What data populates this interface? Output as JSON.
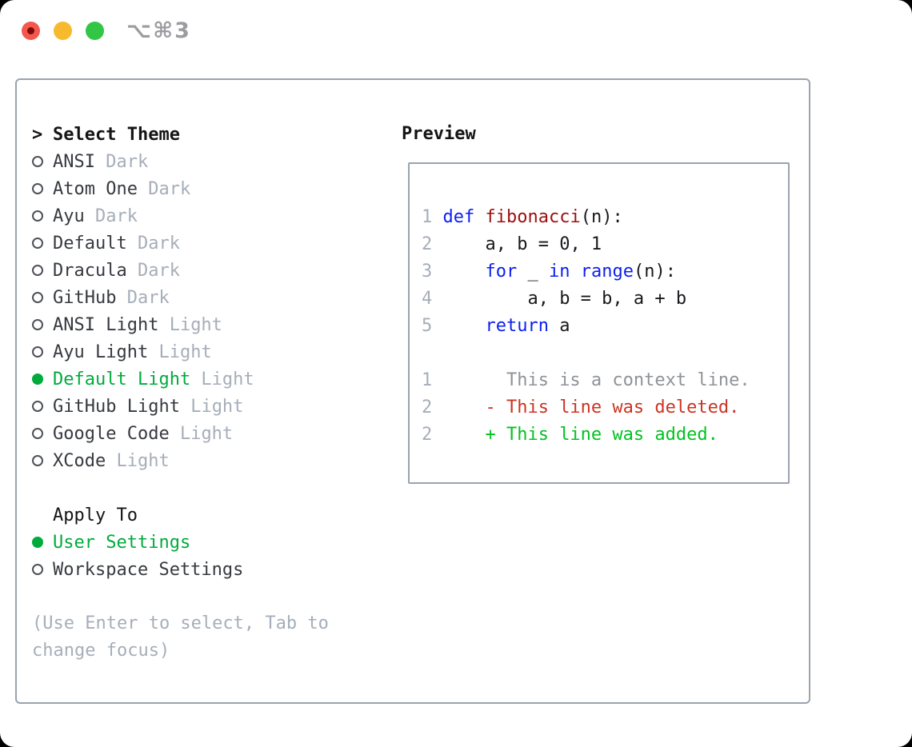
{
  "titlebar": {
    "shortcut": "⌥⌘3",
    "buttons": [
      "close",
      "minimize",
      "zoom"
    ]
  },
  "theme_selector": {
    "prompt": ">",
    "title": "Select Theme",
    "items": [
      {
        "label": "ANSI",
        "tag": "Dark",
        "selected": false
      },
      {
        "label": "Atom One",
        "tag": "Dark",
        "selected": false
      },
      {
        "label": "Ayu",
        "tag": "Dark",
        "selected": false
      },
      {
        "label": "Default",
        "tag": "Dark",
        "selected": false
      },
      {
        "label": "Dracula",
        "tag": "Dark",
        "selected": false
      },
      {
        "label": "GitHub",
        "tag": "Dark",
        "selected": false
      },
      {
        "label": "ANSI Light",
        "tag": "Light",
        "selected": false
      },
      {
        "label": "Ayu Light",
        "tag": "Light",
        "selected": false
      },
      {
        "label": "Default Light",
        "tag": "Light",
        "selected": true
      },
      {
        "label": "GitHub Light",
        "tag": "Light",
        "selected": false
      },
      {
        "label": "Google Code",
        "tag": "Light",
        "selected": false
      },
      {
        "label": "XCode",
        "tag": "Light",
        "selected": false
      }
    ]
  },
  "apply_to": {
    "title": "Apply To",
    "options": [
      {
        "label": "User Settings",
        "selected": true
      },
      {
        "label": "Workspace Settings",
        "selected": false
      }
    ]
  },
  "help_lines": [
    "(Use Enter to select, Tab to",
    "change focus)"
  ],
  "preview": {
    "title": "Preview",
    "code_lines": [
      {
        "num": "1",
        "tokens": [
          {
            "c": "kw",
            "t": "def "
          },
          {
            "c": "fn",
            "t": "fibonacci"
          },
          {
            "c": "pl",
            "t": "(n):"
          }
        ]
      },
      {
        "num": "2",
        "tokens": [
          {
            "c": "pl",
            "t": "    a, b = 0, 1"
          }
        ]
      },
      {
        "num": "3",
        "tokens": [
          {
            "c": "pl",
            "t": "    "
          },
          {
            "c": "kw",
            "t": "for"
          },
          {
            "c": "pl",
            "t": " _ "
          },
          {
            "c": "kw",
            "t": "in"
          },
          {
            "c": "pl",
            "t": " "
          },
          {
            "c": "kw",
            "t": "range"
          },
          {
            "c": "pl",
            "t": "(n):"
          }
        ]
      },
      {
        "num": "4",
        "tokens": [
          {
            "c": "pl",
            "t": "        a, b = b, a + b"
          }
        ]
      },
      {
        "num": "5",
        "tokens": [
          {
            "c": "pl",
            "t": "    "
          },
          {
            "c": "kw",
            "t": "return"
          },
          {
            "c": "pl",
            "t": " a"
          }
        ]
      }
    ],
    "diff_lines": [
      {
        "num": "1",
        "marker": " ",
        "text": "This is a context line.",
        "kind": "context"
      },
      {
        "num": "2",
        "marker": "-",
        "text": "This line was deleted.",
        "kind": "deleted"
      },
      {
        "num": "2",
        "marker": "+",
        "text": "This line was added.",
        "kind": "added"
      }
    ]
  },
  "colors": {
    "accent_green": "#00ab3d",
    "keyword_blue": "#0c1ff0",
    "function_red": "#9b1010",
    "deleted_red": "#cc3322",
    "added_green": "#00c320",
    "muted_gray": "#a6aeb9",
    "context_gray": "#8f9399",
    "border_gray": "#9aa3ae",
    "traffic_red": "#f3574d",
    "traffic_red_dot": "#7b0d06",
    "traffic_yellow": "#f7b92e",
    "traffic_green": "#32c546"
  }
}
